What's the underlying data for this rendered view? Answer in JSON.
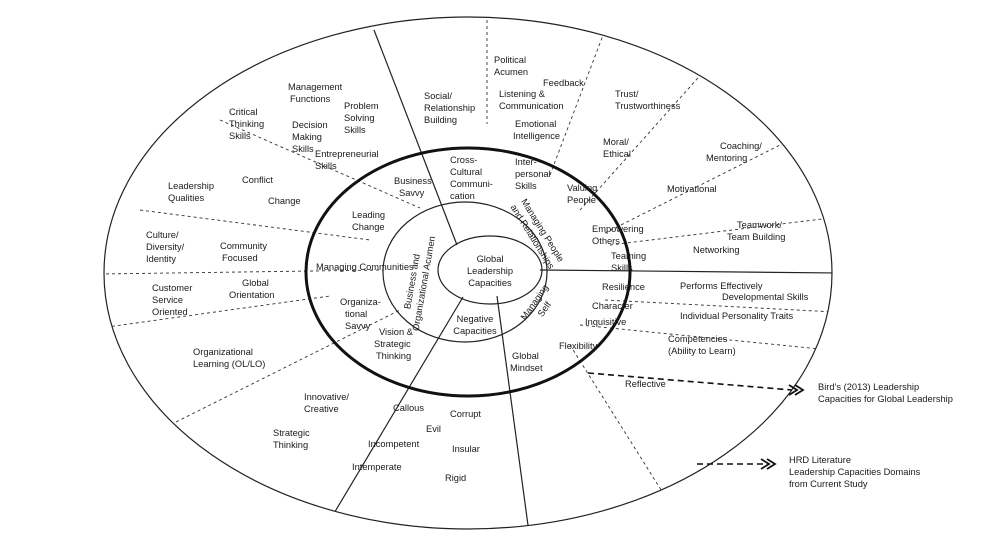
{
  "core": [
    "Global",
    "Leadership",
    "Capacities"
  ],
  "domains": {
    "business": [
      "Business and",
      "Organizational Acumen"
    ],
    "people": [
      "Managing People",
      "and Relationships"
    ],
    "self": [
      "Managing",
      "Self"
    ]
  },
  "negative": {
    "title": [
      "Negative",
      "Capacities"
    ],
    "items": [
      "Callous",
      "Corrupt",
      "Evil",
      "Incompetent",
      "Insular",
      "Intemperate",
      "Rigid"
    ]
  },
  "middle_ring": {
    "business_savvy": [
      "Business",
      "Savvy"
    ],
    "leading_change": [
      "Leading",
      "Change"
    ],
    "managing_communities": [
      "Managing Communities"
    ],
    "organizational_savvy": [
      "Organiza-",
      "tional",
      "Savvy"
    ],
    "vision_strategic": [
      "Vision &",
      "Strategic",
      "Thinking"
    ],
    "cross_cultural": [
      "Cross-",
      "Cultural",
      "Communi-",
      "cation"
    ],
    "interpersonal": [
      "Inter-",
      "personal",
      "Skills"
    ],
    "valuing_people": [
      "Valuing",
      "People"
    ],
    "empowering_others": [
      "Empowering",
      "Others"
    ],
    "teaming_skills": [
      "Teaming",
      "Skills"
    ],
    "resilience": [
      "Resilience"
    ],
    "character": [
      "Character"
    ],
    "inquisitive": [
      "Inquisitive"
    ],
    "flexibility": [
      "Flexibility"
    ],
    "global_mindset": [
      "Global",
      "Mindset"
    ]
  },
  "outer_ring": {
    "management_functions": [
      "Management",
      "Functions"
    ],
    "problem_solving": [
      "Problem",
      "Solving",
      "Skills"
    ],
    "critical_thinking": [
      "Critical",
      "Thinking",
      "Skills"
    ],
    "decision_making": [
      "Decision",
      "Making",
      "Skills"
    ],
    "entrepreneurial": [
      "Entrepreneurial",
      "Skills"
    ],
    "leadership_qualities": [
      "Leadership",
      "Qualities"
    ],
    "conflict": [
      "Conflict"
    ],
    "change": [
      "Change"
    ],
    "culture_diversity": [
      "Culture/",
      "Diversity/",
      "Identity"
    ],
    "community_focused": [
      "Community",
      "Focused"
    ],
    "customer_service": [
      "Customer",
      "Service",
      "Oriented"
    ],
    "global_orientation": [
      "Global",
      "Orientation"
    ],
    "organizational_learning": [
      "Organizational",
      "Learning (OL/LO)"
    ],
    "innovative": [
      "Innovative/",
      "Creative"
    ],
    "strategic_thinking": [
      "Strategic",
      "Thinking"
    ],
    "social_relationship": [
      "Social/",
      "Relationship",
      "Building"
    ],
    "political_acumen": [
      "Political",
      "Acumen"
    ],
    "feedback": [
      "Feedback"
    ],
    "listening": [
      "Listening &",
      "Communication"
    ],
    "emotional_intelligence": [
      "Emotional",
      "Intelligence"
    ],
    "trust": [
      "Trust/",
      "Trustworthiness"
    ],
    "moral": [
      "Moral/",
      "Ethical"
    ],
    "coaching": [
      "Coaching/",
      "Mentoring"
    ],
    "motivational": [
      "Motivational"
    ],
    "teamwork": [
      "Teamwork/",
      "Team Building"
    ],
    "networking": [
      "Networking"
    ],
    "performs": [
      "Performs Effectively"
    ],
    "developmental": [
      "Developmental Skills"
    ],
    "personality": [
      "Individual Personality Traits"
    ],
    "competencies": [
      "Competencies",
      "(Ability to Learn)"
    ],
    "reflective": [
      "Reflective"
    ]
  },
  "legend": {
    "birds": [
      "Bird’s (2013) Leadership",
      "Capacities for Global Leadership"
    ],
    "hrd": [
      "HRD Literature",
      "Leadership Capacities Domains",
      "from Current Study"
    ]
  }
}
